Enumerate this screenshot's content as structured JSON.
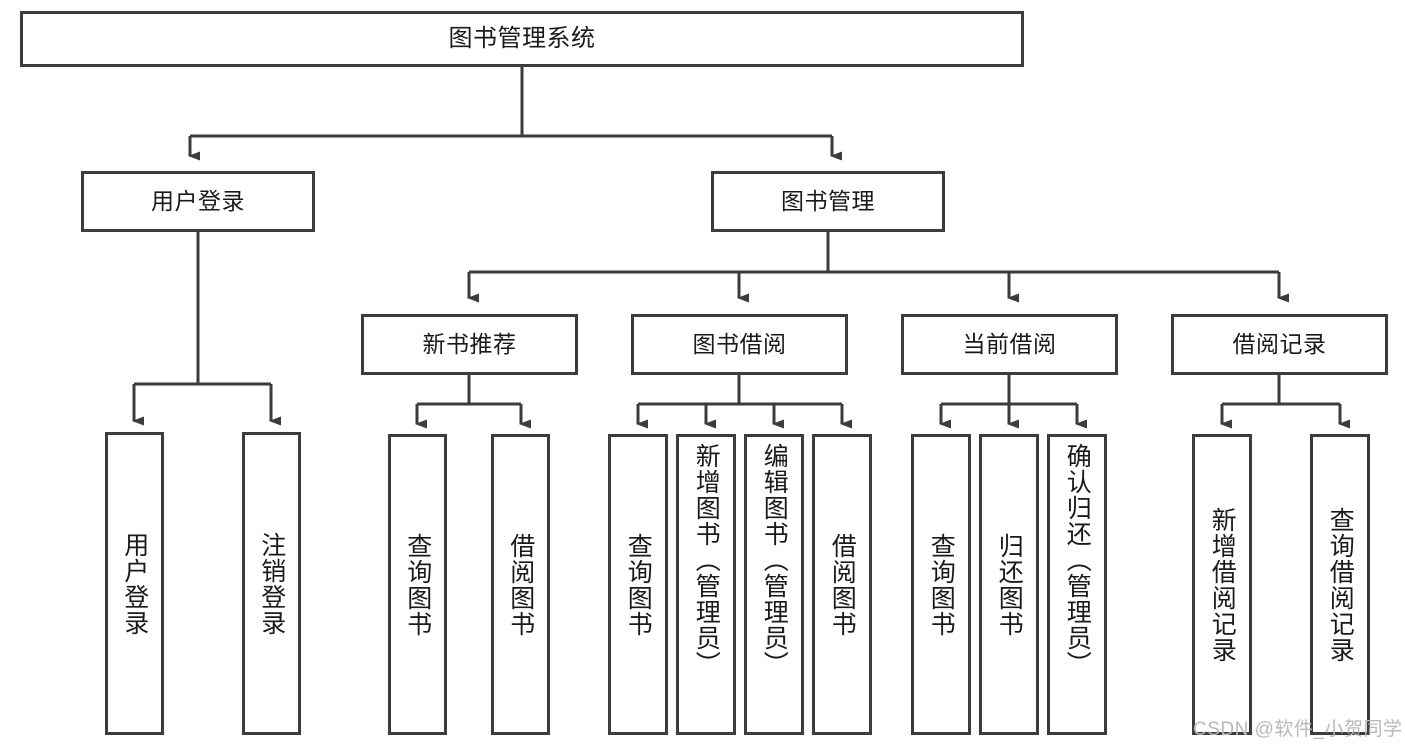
{
  "diagram": {
    "title": "图书管理系统",
    "type": "tree-hierarchy",
    "theme": {
      "border_color": "#3c3c3c",
      "background": "#ffffff",
      "text_color": "#1a1a1a",
      "edge_color": "#3c3c3c",
      "watermark_color": "#b9b9b9"
    },
    "root": {
      "label": "图书管理系统"
    },
    "level2": [
      {
        "label": "用户登录"
      },
      {
        "label": "图书管理"
      }
    ],
    "level3": [
      {
        "label": "新书推荐"
      },
      {
        "label": "图书借阅"
      },
      {
        "label": "当前借阅"
      },
      {
        "label": "借阅记录"
      }
    ],
    "leaves": {
      "user_login": [
        {
          "label": "用户登录"
        },
        {
          "label": "注销登录"
        }
      ],
      "new_book_recommend": [
        {
          "label": "查询图书"
        },
        {
          "label": "借阅图书"
        }
      ],
      "book_borrow": [
        {
          "label": "查询图书"
        },
        {
          "label": "新增图书（管理员）"
        },
        {
          "label": "编辑图书（管理员）"
        },
        {
          "label": "借阅图书"
        }
      ],
      "current_borrow": [
        {
          "label": "查询图书"
        },
        {
          "label": "归还图书"
        },
        {
          "label": "确认归还（管理员）"
        }
      ],
      "borrow_record": [
        {
          "label": "新增借阅记录"
        },
        {
          "label": "查询借阅记录"
        }
      ]
    },
    "watermark": "CSDN @软件_小贺同学"
  }
}
